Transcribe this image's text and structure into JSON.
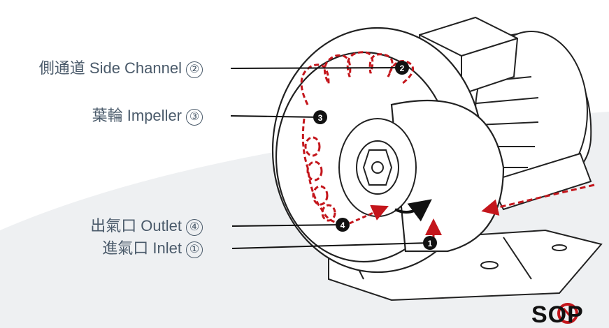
{
  "callouts": [
    {
      "text": "側通道 Side Channel",
      "num": "②",
      "marker": "2"
    },
    {
      "text": "葉輪 Impeller",
      "num": "③",
      "marker": "3"
    },
    {
      "text": "出氣口 Outlet",
      "num": "④",
      "marker": "4"
    },
    {
      "text": "進氣口 Inlet",
      "num": "①",
      "marker": "1"
    }
  ],
  "brand": {
    "name": "SOP"
  },
  "colors": {
    "accent": "#c4161c",
    "line": "#111111",
    "label": "#4a5a6a"
  }
}
